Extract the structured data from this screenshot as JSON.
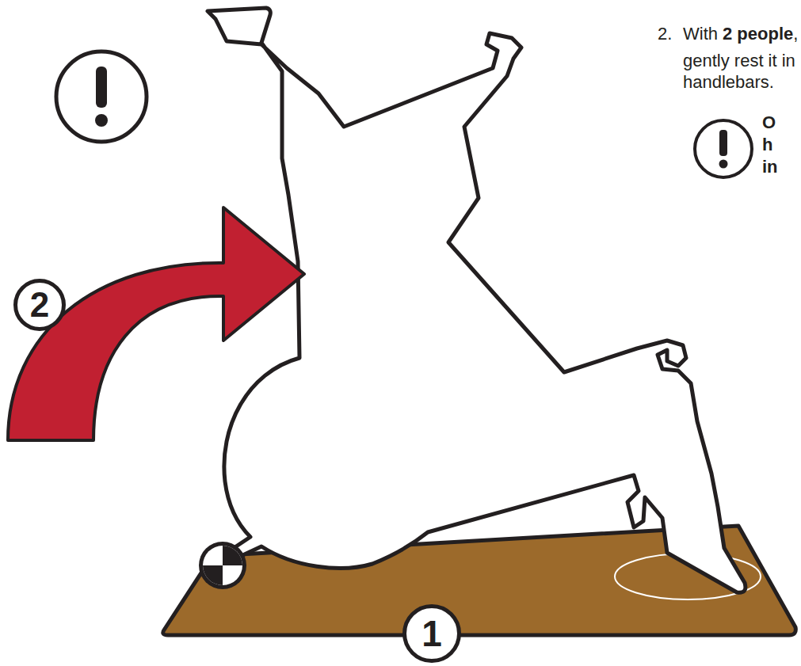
{
  "diagram": {
    "labels": [
      "2.",
      "With",
      "2 people",
      ",",
      "gently rest it in",
      "handlebars.",
      "O",
      "h",
      "in",
      "2",
      "1"
    ]
  }
}
